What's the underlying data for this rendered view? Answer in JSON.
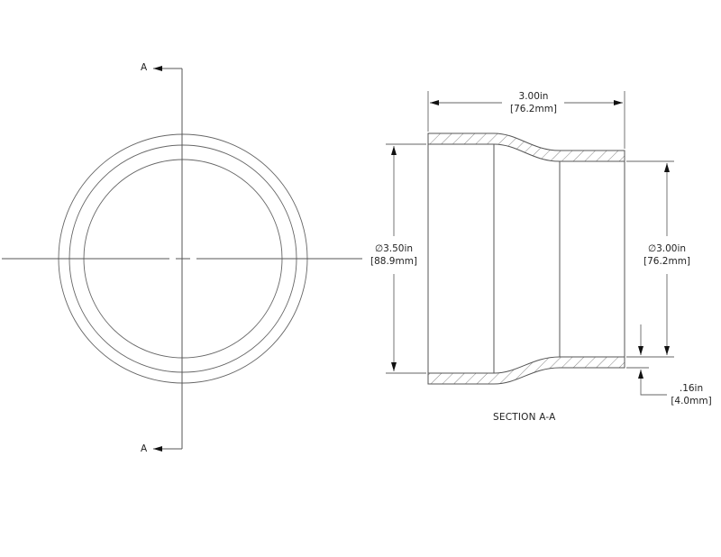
{
  "drawing": {
    "front_view": {
      "section_marker_top": "A",
      "section_marker_bottom": "A",
      "circles": [
        {
          "name": "outer-diameter",
          "r": 138
        },
        {
          "name": "middle-diameter",
          "r": 126
        },
        {
          "name": "inner-diameter",
          "r": 110
        }
      ]
    },
    "section_view": {
      "title": "SECTION A-A",
      "dimensions": {
        "length": {
          "imperial": "3.00in",
          "metric": "[76.2mm]"
        },
        "large_diameter": {
          "symbol": "∅",
          "imperial": "3.50in",
          "metric": "[88.9mm]"
        },
        "small_diameter": {
          "symbol": "∅",
          "imperial": "3.00in",
          "metric": "[76.2mm]"
        },
        "wall_thickness": {
          "imperial": ".16in",
          "metric": "[4.0mm]"
        }
      }
    }
  }
}
